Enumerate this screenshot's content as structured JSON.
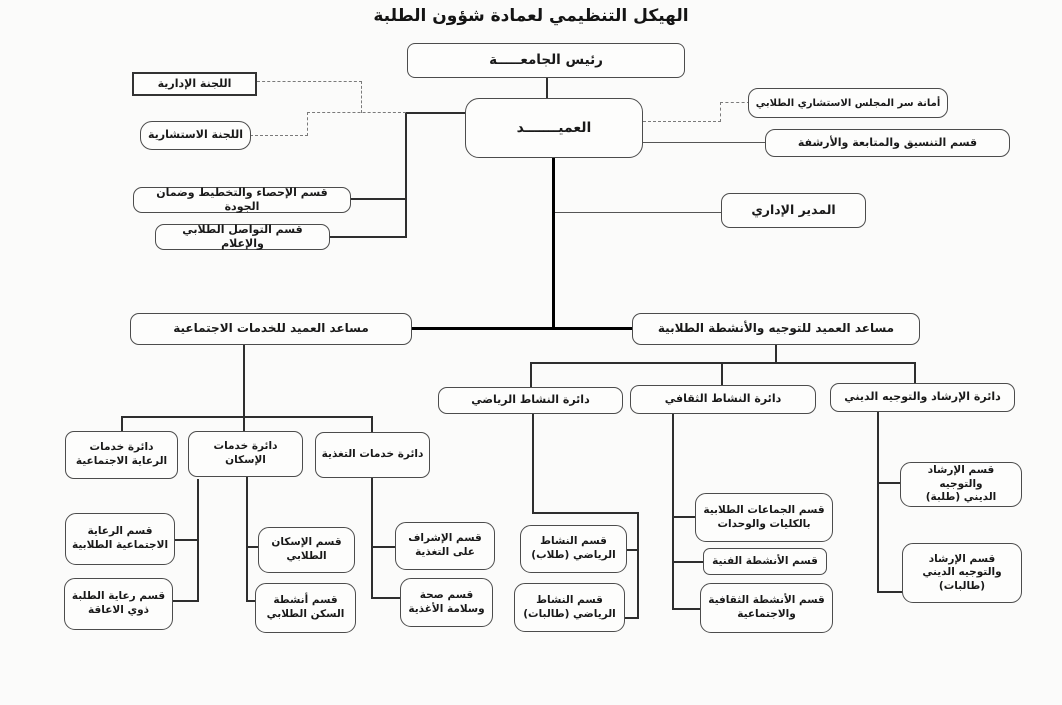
{
  "title": "الهيكل التنظيمي لعمادة شؤون الطلبة",
  "nodes": {
    "president": {
      "label": "رئيس الجامعـــــة"
    },
    "dean": {
      "label": "العميـــــــد"
    },
    "admin_committee": {
      "label": "اللجنة الإدارية"
    },
    "advisory_committee": {
      "label": "اللجنة الاستشارية"
    },
    "student_council_secretariat": {
      "label": "أمانة سر المجلس الاستشاري الطلابي"
    },
    "coordination_followup_archiving": {
      "label": "قسم التنسيق والمتابعة والأرشفة"
    },
    "statistics_planning_quality": {
      "label": "قسم الإحصاء والتخطيط وضمان الجودة"
    },
    "student_communication_media": {
      "label": "قسم التواصل الطلابي والإعلام"
    },
    "administrative_director": {
      "label": "المدير الإداري"
    },
    "assistant_dean_social_services": {
      "label": "مساعد العميد للخدمات الاجتماعية"
    },
    "assistant_dean_guidance_activities": {
      "label": "مساعد العميد للتوجيه والأنشطة الطلابية"
    },
    "sports_activity_dept": {
      "label": "دائرة النشاط الرياضي"
    },
    "cultural_activity_dept": {
      "label": "دائرة النشاط الثقافي"
    },
    "religious_guidance_dept": {
      "label": "دائرة الإرشاد والتوجيه الديني"
    },
    "social_welfare_services_dept": {
      "label": "دائرة خدمات\nالرعاية الاجتماعية"
    },
    "housing_services_dept": {
      "label": "دائرة خدمات\nالإسكان"
    },
    "nutrition_services_dept": {
      "label": "دائرة خدمات التغذية"
    },
    "student_social_welfare_section": {
      "label": "قسم الرعاية\nالاجتماعية الطلابية"
    },
    "disabled_students_care_section": {
      "label": "قسم رعاية الطلبة\nذوي الاعاقة"
    },
    "student_housing_section": {
      "label": "قسم الإسكان\nالطلابي"
    },
    "housing_activities_section": {
      "label": "قسم أنشطة\nالسكن الطلابي"
    },
    "nutrition_supervision_section": {
      "label": "قسم الإشراف\nعلى التغذية"
    },
    "food_health_safety_section": {
      "label": "قسم صحة\nوسلامة الأغذية"
    },
    "sports_male_section": {
      "label": "قسم النشاط\nالرياضي (طلاب)"
    },
    "sports_female_section": {
      "label": "قسم النشاط\nالرياضي (طالبات)"
    },
    "student_groups_section": {
      "label": "قسم الجماعات الطلابية\nبالكليات والوحدات"
    },
    "arts_activities_section": {
      "label": "قسم الأنشطة الفنية"
    },
    "cultural_social_activities_section": {
      "label": "قسم الأنشطة الثقافية\nوالاجتماعية"
    },
    "religious_guidance_male_section": {
      "label": "قسم الإرشاد والتوجيه\nالديني (طلبة)"
    },
    "religious_guidance_female_section": {
      "label": "قسم الإرشاد\nوالتوجيه الديني\n(طالبات)"
    }
  }
}
